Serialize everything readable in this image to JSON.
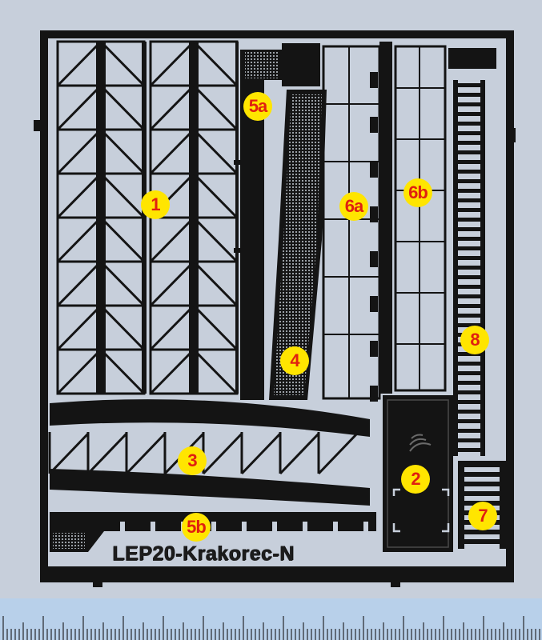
{
  "fret": {
    "title": "LEP20-Krakorec-N",
    "background_color": "#c7cfdb",
    "metal_color": "#141414",
    "label_fill": "#ffe500",
    "label_text_color": "#e02010"
  },
  "labels": [
    {
      "id": "1",
      "text": "1"
    },
    {
      "id": "5a",
      "text": "5a"
    },
    {
      "id": "4",
      "text": "4"
    },
    {
      "id": "6a",
      "text": "6a"
    },
    {
      "id": "6b",
      "text": "6b"
    },
    {
      "id": "8",
      "text": "8"
    },
    {
      "id": "3",
      "text": "3"
    },
    {
      "id": "2",
      "text": "2"
    },
    {
      "id": "7",
      "text": "7"
    },
    {
      "id": "5b",
      "text": "5b"
    }
  ],
  "ruler": {
    "color": "#b8d0ea",
    "tick_color": "#3a3f46"
  }
}
